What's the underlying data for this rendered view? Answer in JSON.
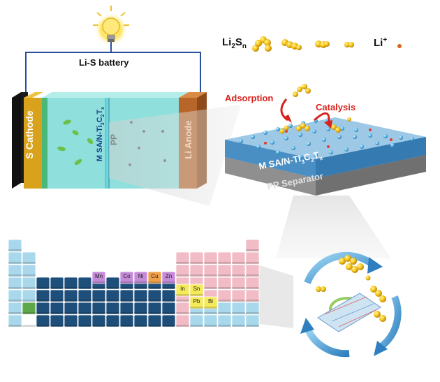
{
  "circuit": {
    "battery_label": "Li-S battery"
  },
  "legend": {
    "polysulfide_label": "Li",
    "polysulfide_sub1": "2",
    "polysulfide_mid": "S",
    "polysulfide_sub2": "n",
    "li_ion_label": "Li",
    "li_ion_sup": "+"
  },
  "cell": {
    "cathode_label": "S Cathode",
    "separator_label": "M SA/N-Ti",
    "separator_sub1": "3",
    "separator_mid": "C",
    "separator_sub2": "2",
    "separator_end": "T",
    "separator_sub3": "x",
    "pp_label": "PP",
    "anode_label": "Li Anode"
  },
  "zoom": {
    "adsorption_label": "Adsorption",
    "catalysis_label": "Catalysis",
    "layer_label": "M SA/N-Ti",
    "layer_sub1": "3",
    "layer_mid": "C",
    "layer_sub2": "2",
    "layer_end": "T",
    "layer_sub3": "x",
    "pp_separator_label": "PP Separator"
  },
  "periodic_table": {
    "highlight_metals": [
      "Mn",
      "Co",
      "Ni",
      "Cu",
      "Zn"
    ],
    "highlight_pblock": [
      "In",
      "Sn",
      "Pb",
      "Bi"
    ]
  },
  "colors": {
    "cathode_black": "#1a1a1a",
    "cathode_gold": "#d9a21c",
    "electrolyte": "#8fe0dc",
    "anode_copper": "#b8652a",
    "pink_block": "#f1bcc6",
    "light_blue_block": "#a9d8ec",
    "dark_blue_block": "#1e4e7a",
    "purple_highlight": "#c58ad8",
    "orange_highlight": "#f0a04a",
    "yellow_highlight": "#f5ea5a",
    "arrow_red": "#d8221c",
    "sulfur_yellow": "#f7c51a"
  }
}
